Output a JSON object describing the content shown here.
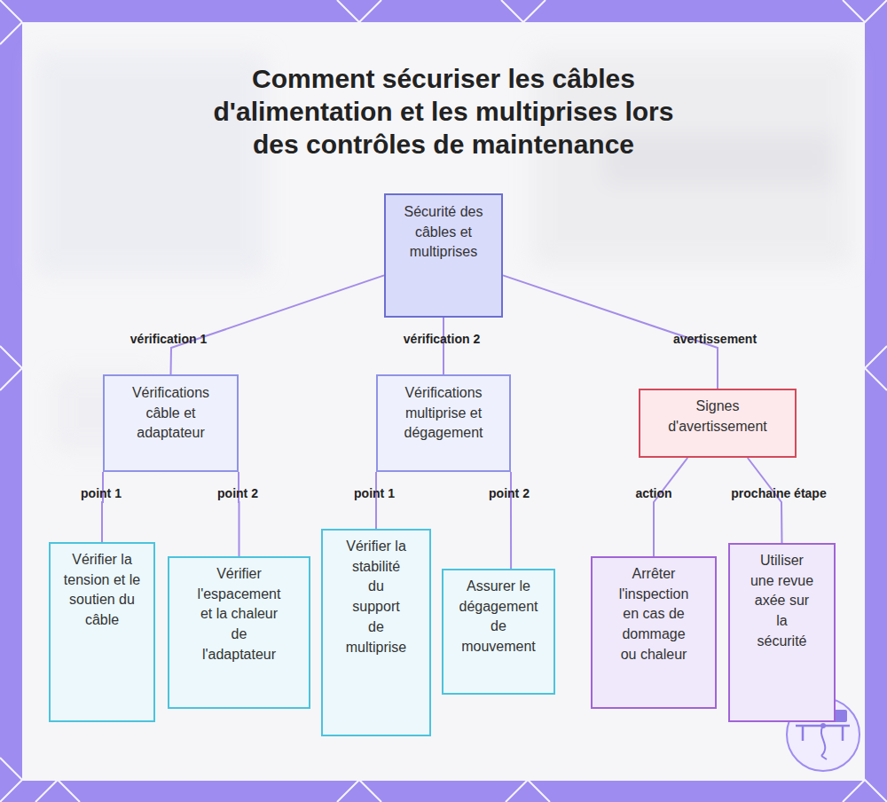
{
  "diagram": {
    "title": "Comment sécuriser les câbles d'alimentation et les multiprises lors des contrôles de maintenance",
    "nodes": [
      {
        "text": [
          "Sécurité des câbles et multiprises"
        ]
      },
      {
        "text": [
          "Vérifications câble et adaptateur"
        ]
      },
      {
        "text": [
          "Vérifications multiprise et dégagement"
        ]
      },
      {
        "text": [
          "Signes d'avertissement"
        ]
      },
      {
        "text": [
          "Vérifier la tension et le soutien du câble"
        ]
      },
      {
        "text": [
          "Vérifier l'espacement et la chaleur de l'adaptateur"
        ]
      },
      {
        "text": [
          "Vérifier la stabilité du support de multiprise"
        ]
      },
      {
        "text": [
          "Assurer le dégagement de mouvement"
        ]
      },
      {
        "text": [
          "Arrêter l'inspection en cas de dommage ou chaleur"
        ]
      },
      {
        "text": [
          "Utiliser une revue axée sur la sécurité"
        ]
      }
    ],
    "edges": [
      {
        "from": 0,
        "to": 1,
        "label": "vérification 1",
        "arrow": "none"
      },
      {
        "from": 0,
        "to": 2,
        "label": "vérification 2",
        "arrow": "none"
      },
      {
        "from": 0,
        "to": 3,
        "label": "avertissement",
        "arrow": "none"
      },
      {
        "from": 1,
        "to": 4,
        "label": "point 1",
        "arrow": "none"
      },
      {
        "from": 1,
        "to": 5,
        "label": "point 2",
        "arrow": "none"
      },
      {
        "from": 2,
        "to": 6,
        "label": "point 1",
        "arrow": "none"
      },
      {
        "from": 2,
        "to": 7,
        "label": "point 2",
        "arrow": "none"
      },
      {
        "from": 3,
        "to": 8,
        "label": "action",
        "arrow": "none"
      },
      {
        "from": 3,
        "to": 9,
        "label": "prochaine étape",
        "arrow": "none"
      }
    ]
  }
}
